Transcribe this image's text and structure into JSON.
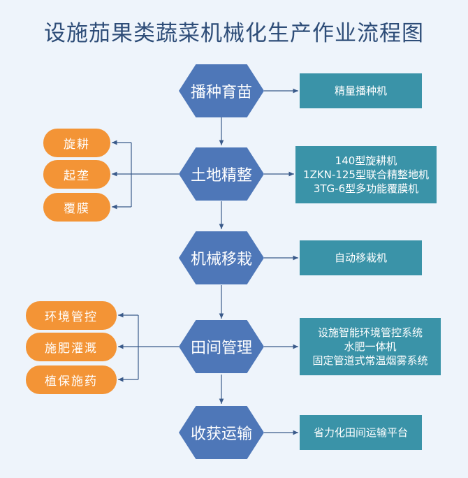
{
  "title": "设施茄果类蔬菜机械化生产作业流程图",
  "colors": {
    "background": "#eef4fb",
    "hexagon": "#4e77b8",
    "machine_box": "#3a93a8",
    "sub_task": "#f39436",
    "connector": "#3a5a8a"
  },
  "steps": [
    {
      "label": "播种育苗",
      "machines": [
        "精量播种机"
      ],
      "sub_tasks": []
    },
    {
      "label": "土地精整",
      "machines": [
        "140型旋耕机",
        "1ZKN-125型联合精整地机",
        "3TG-6型多功能覆膜机"
      ],
      "sub_tasks": [
        "旋耕",
        "起垄",
        "覆膜"
      ]
    },
    {
      "label": "机械移栽",
      "machines": [
        "自动移栽机"
      ],
      "sub_tasks": []
    },
    {
      "label": "田间管理",
      "machines": [
        "设施智能环境管控系统",
        "水肥一体机",
        "固定管道式常温烟雾系统"
      ],
      "sub_tasks": [
        "环境管控",
        "施肥灌溉",
        "植保施药"
      ]
    },
    {
      "label": "收获运输",
      "machines": [
        "省力化田间运输平台"
      ],
      "sub_tasks": []
    }
  ]
}
